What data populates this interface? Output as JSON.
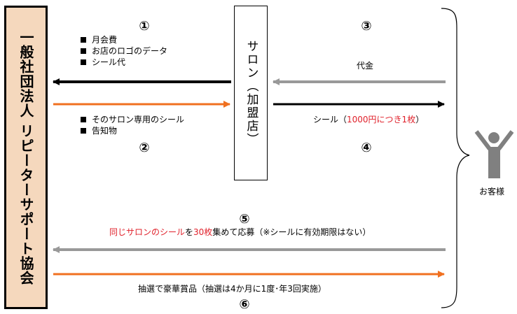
{
  "association": {
    "label": "一般社団法人 リピーターサポート協会"
  },
  "salon": {
    "label": "サロン（加盟店）"
  },
  "customer": {
    "label": "お客様"
  },
  "steps": {
    "s1": {
      "number": "①",
      "items": [
        "月会費",
        "お店のロゴのデータ",
        "シール代"
      ]
    },
    "s2": {
      "number": "②",
      "items": [
        "そのサロン専用のシール",
        "告知物"
      ]
    },
    "s3": {
      "number": "③",
      "label": "代金"
    },
    "s4": {
      "number": "④",
      "label_pre": "シール（",
      "label_red": "1000円につき1枚",
      "label_post": "）"
    },
    "s5": {
      "number": "⑤",
      "label_red1": "同じサロンのシール",
      "label_mid1": "を",
      "label_red2": "30枚",
      "label_post": "集めて応募（※シールに有効期限はない）"
    },
    "s6": {
      "number": "⑥",
      "label": "抽選で豪華賞品（抽選は4か月に1度･年3回実施）"
    }
  },
  "colors": {
    "black": "#000000",
    "orange": "#f07020",
    "gray": "#999999",
    "red": "#e0202a",
    "assoc_fill": "#f5d8bd",
    "person": "#808080"
  }
}
